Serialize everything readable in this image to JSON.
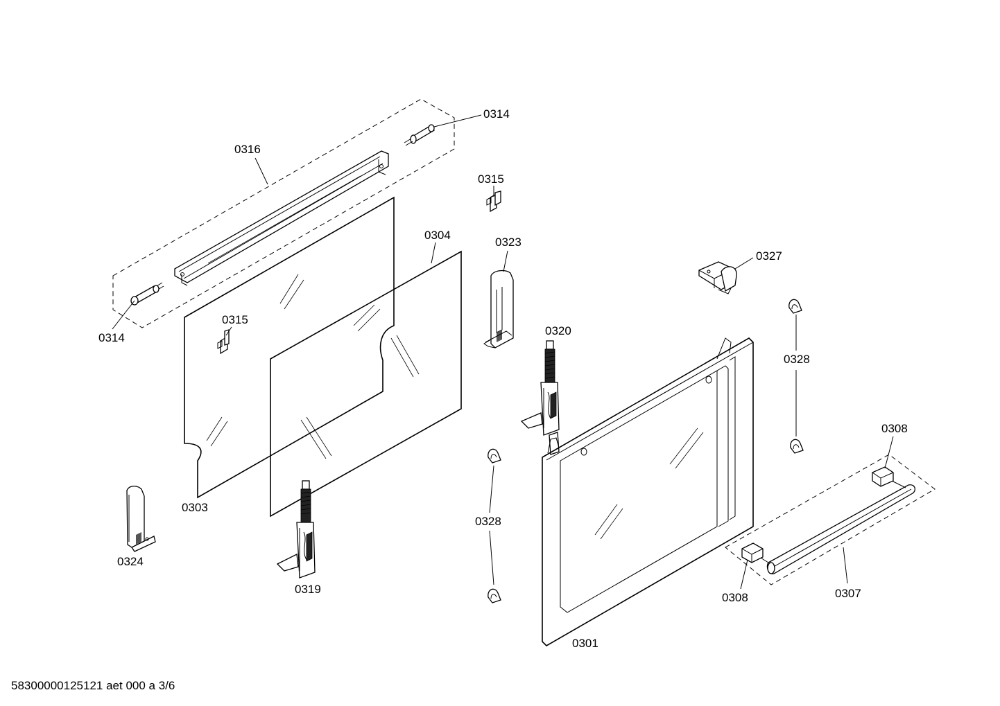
{
  "callouts": {
    "c0314_top": "0314",
    "c0316": "0316",
    "c0315_top": "0315",
    "c0304": "0304",
    "c0323": "0323",
    "c0327": "0327",
    "c0314_left": "0314",
    "c0315_left": "0315",
    "c0320": "0320",
    "c0328_right": "0328",
    "c0308_top": "0308",
    "c0303": "0303",
    "c0328_left": "0328",
    "c0324": "0324",
    "c0319": "0319",
    "c0308_bottom": "0308",
    "c0307": "0307",
    "c0301": "0301"
  },
  "footer": {
    "reference": "58300000125121 aet 000 a 3/6"
  }
}
